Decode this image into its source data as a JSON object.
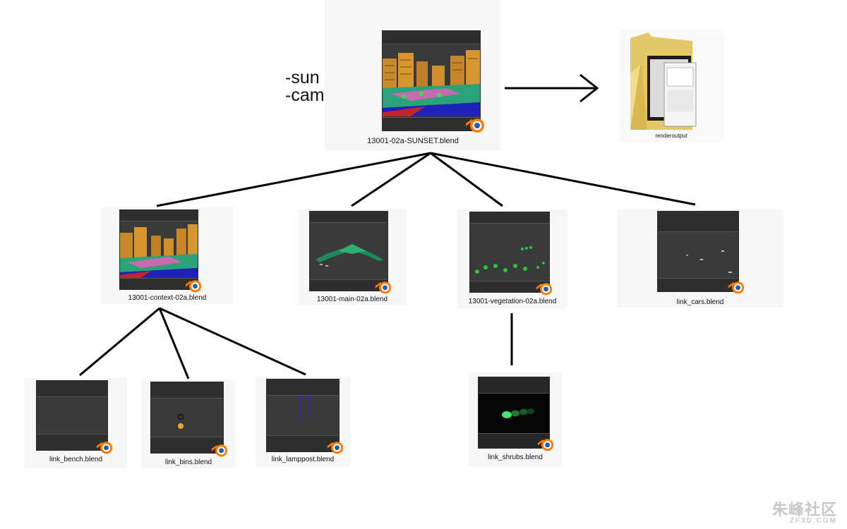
{
  "annotations": {
    "line1": "-sun",
    "line2": "-camera"
  },
  "nodes": {
    "sunset": "13001-02a-SUNSET.blend",
    "renderoutput": "renderoutput",
    "context": "13001-context-02a.blend",
    "main": "13001-main-02a.blend",
    "vegetation": "13001-vegetation-02a.blend",
    "cars": "link_cars.blend",
    "bench": "link_bench.blend",
    "bins": "link_bins.blend",
    "lamppost": "link_lamppost.blend",
    "shrubs": "link_shrubs.blend"
  },
  "watermark": {
    "text": "朱峰社区",
    "sub": "ZF3D.COM"
  },
  "colors": {
    "lines": "#000000",
    "thumb_bg": "#3a3a3a",
    "blender_orange": "#ff7a00",
    "blender_blue": "#1f5fa8"
  },
  "icons": [
    "blender-logo-icon",
    "folder-icon"
  ]
}
